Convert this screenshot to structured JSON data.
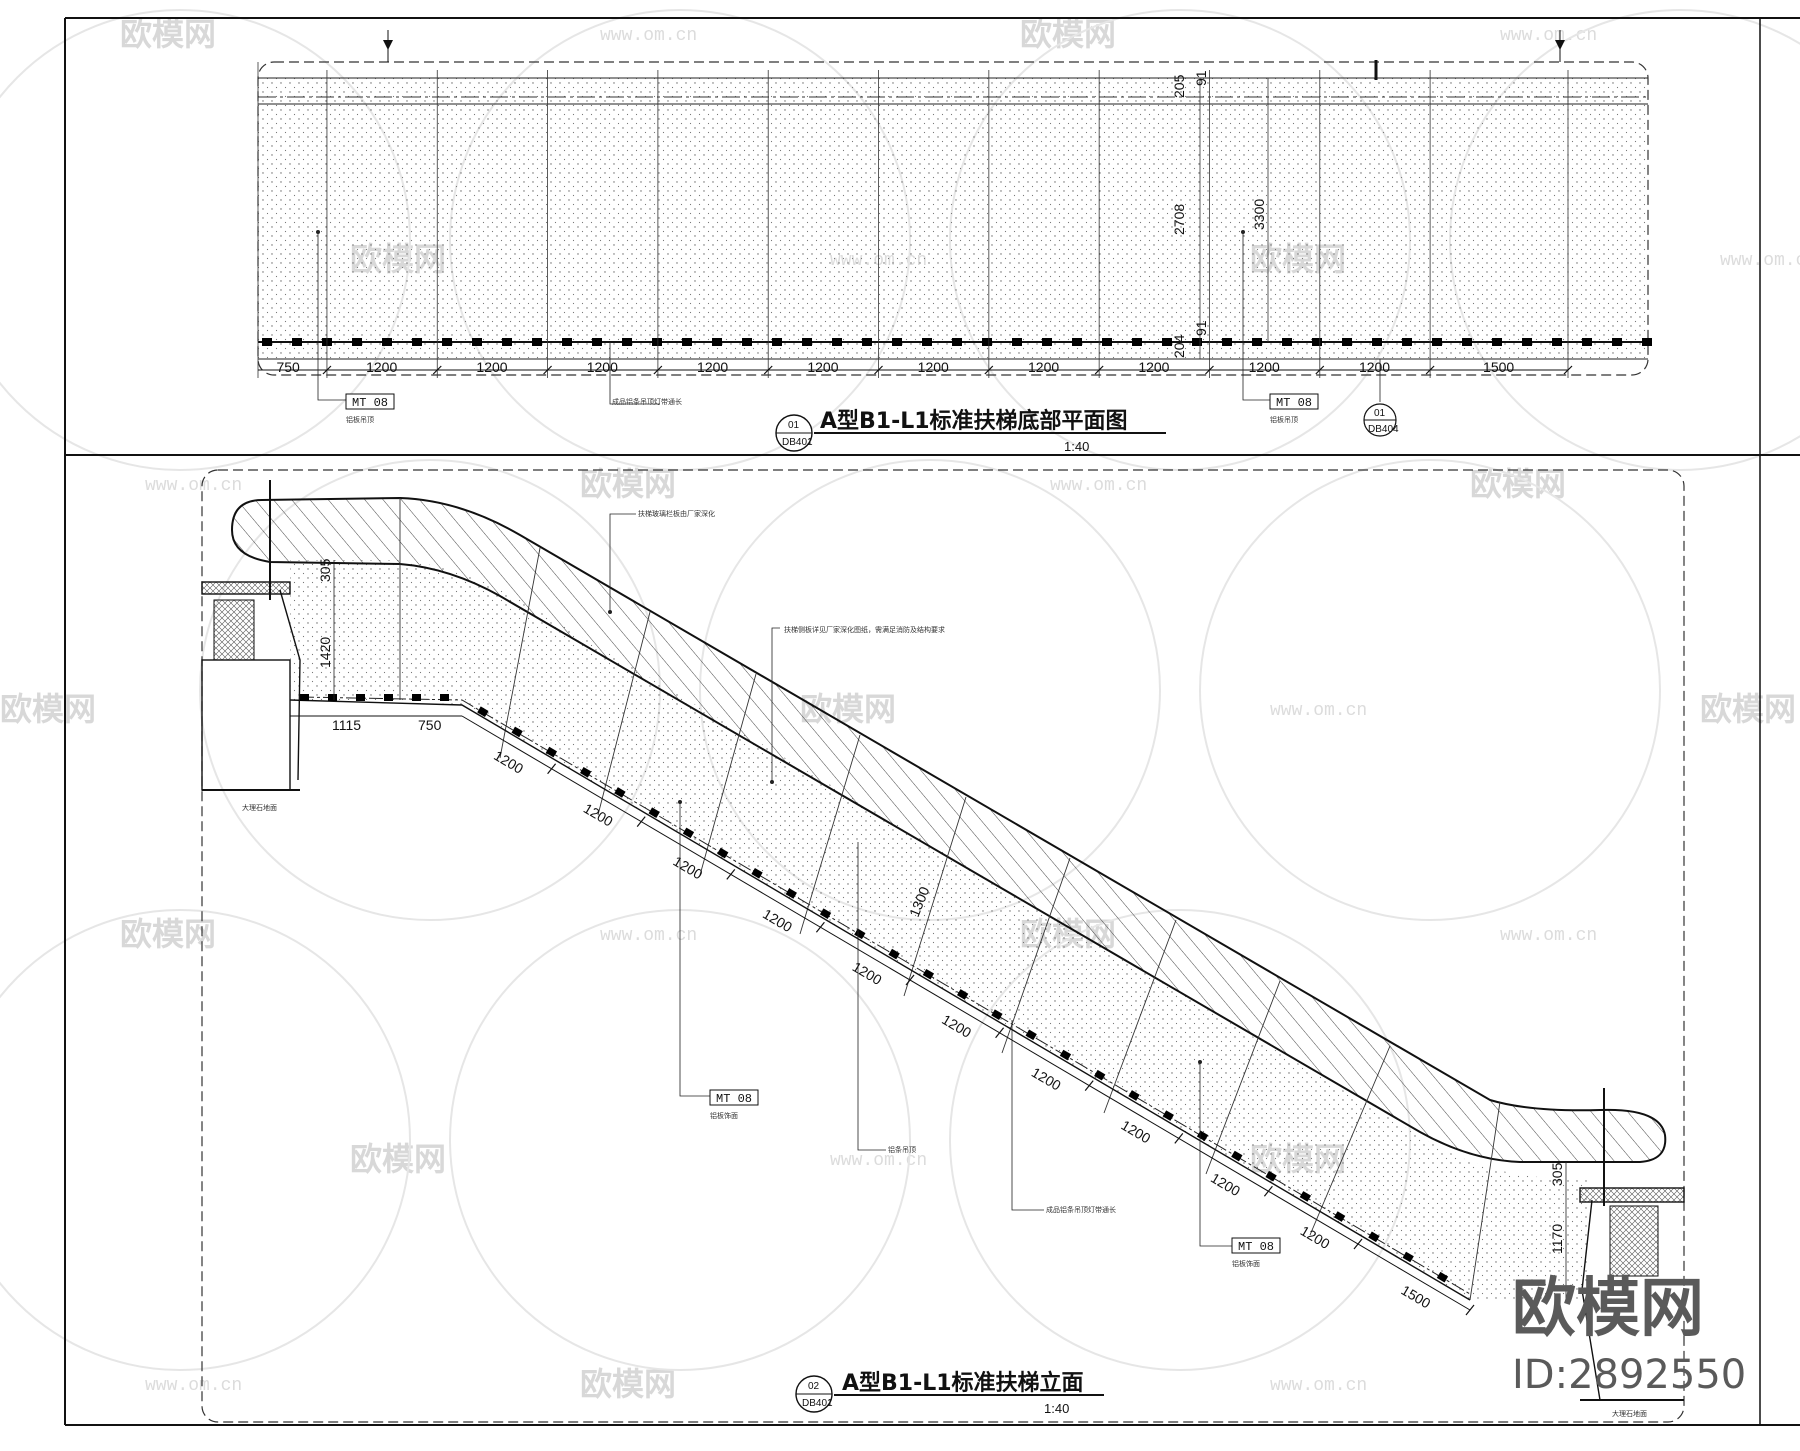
{
  "plan": {
    "title": "A型B1-L1标准扶梯底部平面图",
    "scale": "1:40",
    "bubble_top": "01",
    "bubble_bottom": "DB401",
    "ref_bubble_top": "01",
    "ref_bubble_bottom": "DB404",
    "dims_bottom": [
      "750",
      "1200",
      "1200",
      "1200",
      "1200",
      "1200",
      "1200",
      "1200",
      "1200",
      "1200",
      "1200",
      "1500"
    ],
    "dims_vertical": [
      "205",
      "2708",
      "91",
      "204"
    ],
    "dim_small_top": "91",
    "dim_right": "3300",
    "tag_left": "MT 08",
    "tag_right": "MT 08",
    "note_left": "铝板吊顶",
    "note_mid": "成品铝条吊顶灯带通长",
    "note_right": "铝板吊顶"
  },
  "elevation": {
    "title": "A型B1-L1标准扶梯立面",
    "scale": "1:40",
    "bubble_top": "02",
    "bubble_bottom": "DB401",
    "dims_flat": [
      "1115",
      "750"
    ],
    "dims_slope": [
      "1200",
      "1200",
      "1200",
      "1200",
      "1200",
      "1200",
      "1200",
      "1200",
      "1200",
      "1200",
      "1500"
    ],
    "dims_vertical_left": [
      "305",
      "1420"
    ],
    "dims_vertical_right": [
      "305",
      "1170"
    ],
    "dim_diag": "1300",
    "tag_mid": "MT 08",
    "tag_right": "MT 08",
    "note_top": "扶梯玻璃栏板由厂家深化",
    "note_mid": "扶梯侧板详见厂家深化图纸，需满足消防及结构要求",
    "note_lower1": "铝板饰面",
    "note_lower2": "铝条吊顶",
    "note_lower3": "成品铝条吊顶灯带通长",
    "note_lower4": "铝板饰面",
    "note_floor_left": "大理石地面",
    "note_floor_right": "大理石地面"
  },
  "watermark": {
    "brand": "欧模网",
    "url": "www.om.cn",
    "id": "ID:2892550"
  }
}
